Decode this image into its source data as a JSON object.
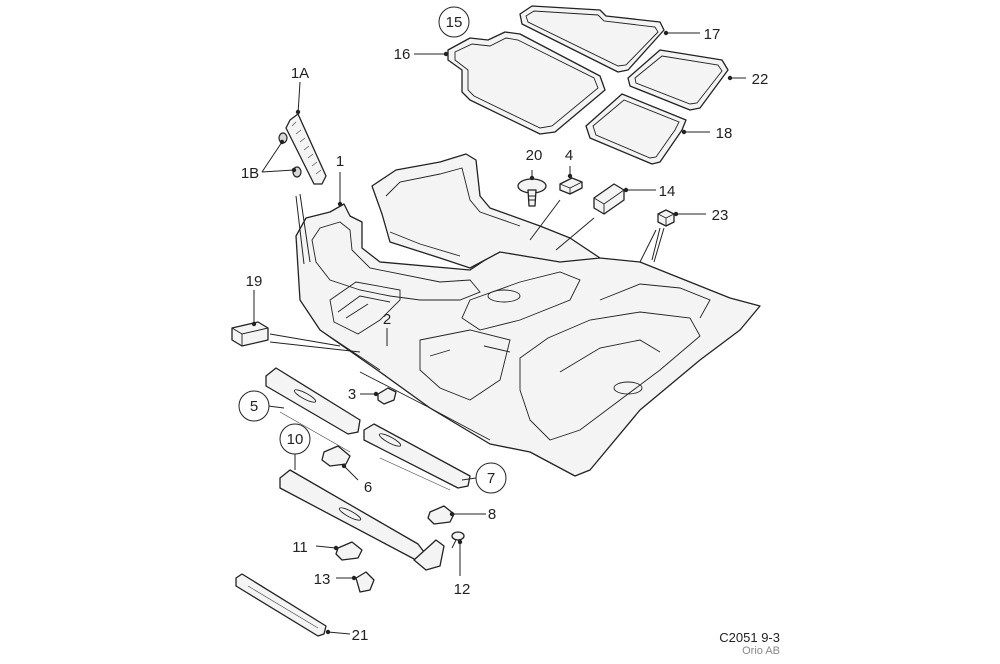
{
  "callouts": [
    "1",
    "1A",
    "1B",
    "2",
    "3",
    "4",
    "5",
    "6",
    "7",
    "8",
    "10",
    "11",
    "12",
    "13",
    "14",
    "15",
    "16",
    "17",
    "18",
    "19",
    "20",
    "21",
    "22",
    "23"
  ],
  "footer": {
    "code": "C2051 9-3",
    "owner": "Orio AB"
  }
}
